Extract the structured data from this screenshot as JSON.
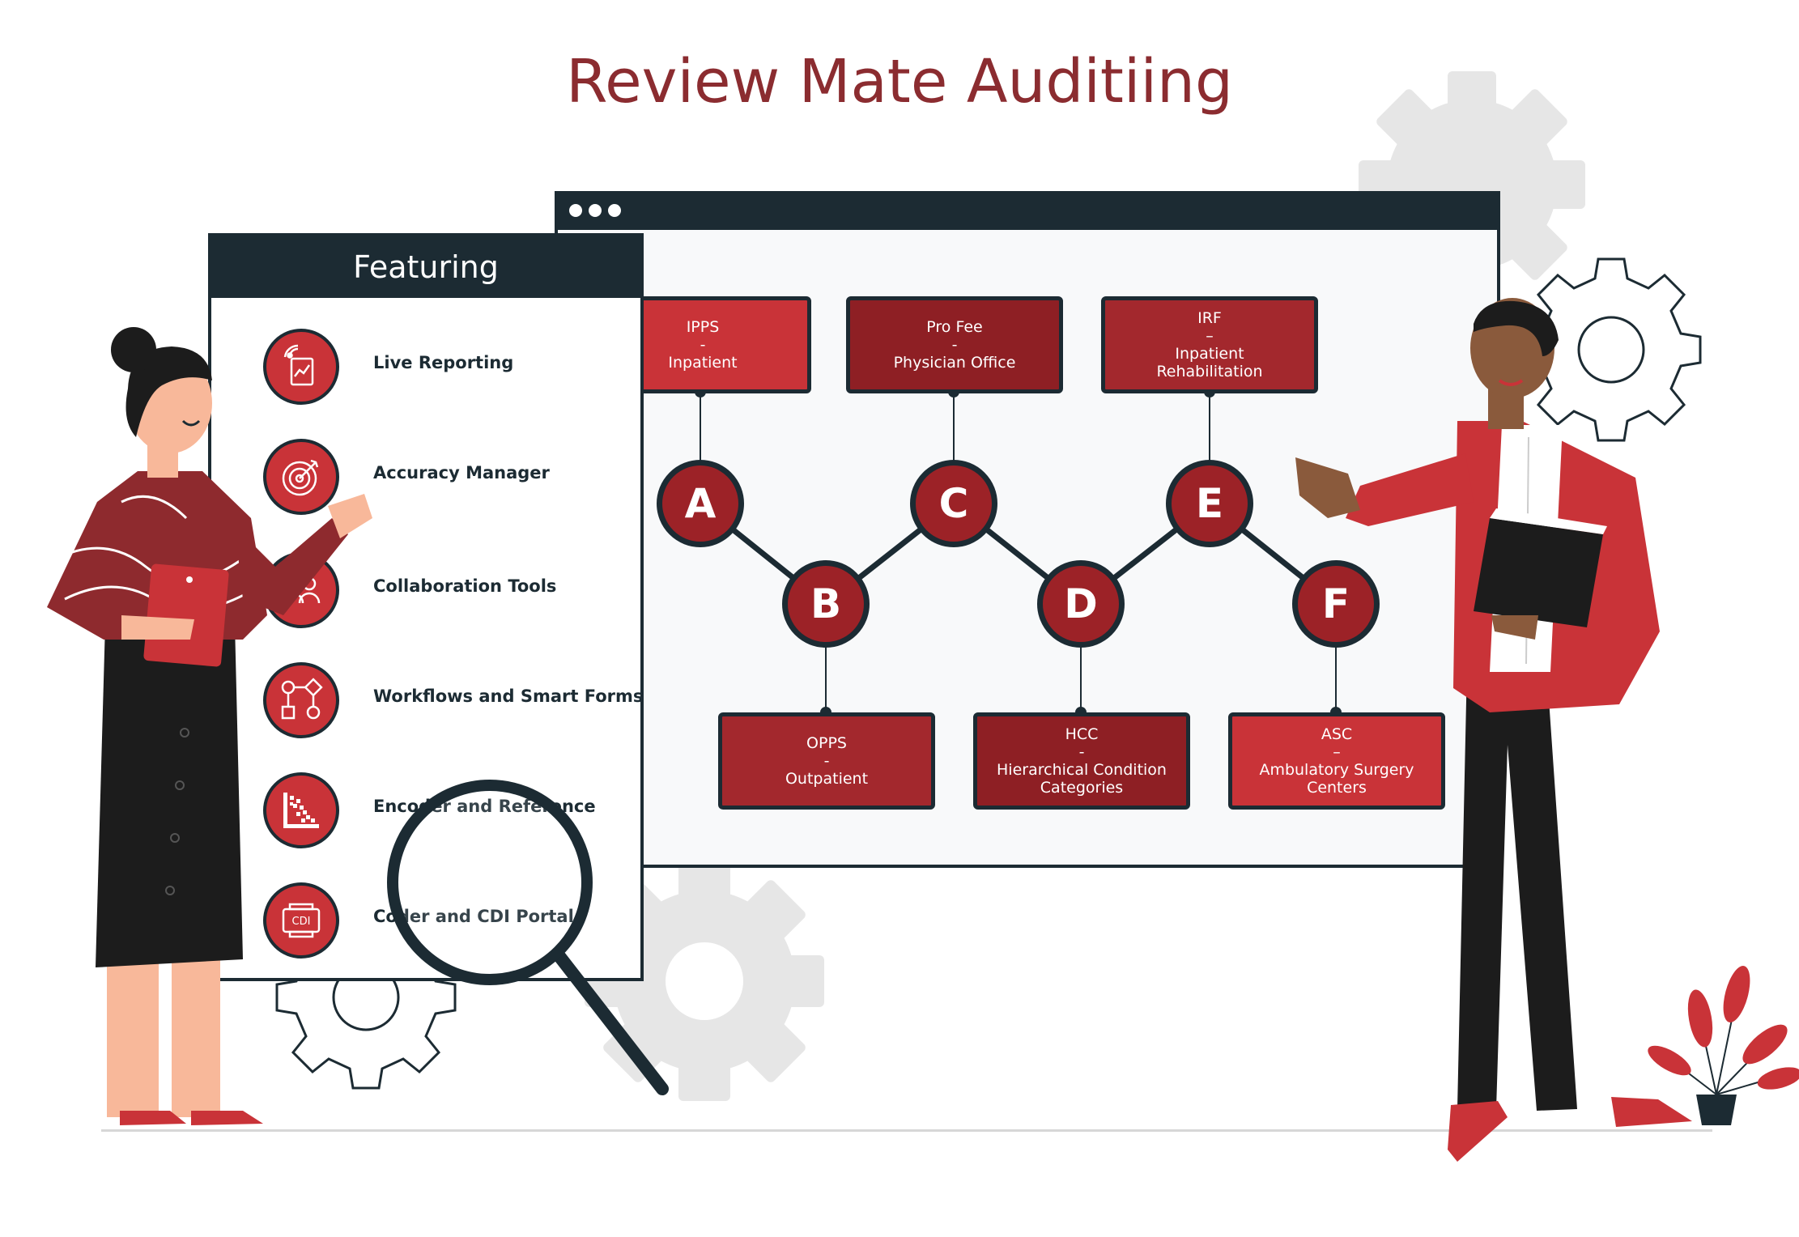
{
  "title": "Review Mate Auditiing",
  "featuring": {
    "heading": "Featuring",
    "items": [
      {
        "label": "Live Reporting",
        "icon": "live-reporting-icon"
      },
      {
        "label": "Accuracy Manager",
        "icon": "target-icon"
      },
      {
        "label": "Collaboration Tools",
        "icon": "collaboration-icon"
      },
      {
        "label": "Workflows and Smart Forms",
        "icon": "workflow-icon"
      },
      {
        "label": "Encoder and Reference",
        "icon": "encoder-icon"
      },
      {
        "label": "Coder and CDI Portal",
        "icon": "cdi-icon"
      }
    ]
  },
  "nodes": {
    "a": {
      "letter": "A",
      "line1": "IPPS",
      "sep": "-",
      "line2": "Inpatient",
      "line3": ""
    },
    "b": {
      "letter": "B",
      "line1": "OPPS",
      "sep": "-",
      "line2": "Outpatient",
      "line3": ""
    },
    "c": {
      "letter": "C",
      "line1": "Pro Fee",
      "sep": "-",
      "line2": "Physician Office",
      "line3": ""
    },
    "d": {
      "letter": "D",
      "line1": "HCC",
      "sep": "-",
      "line2": "Hierarchical Condition",
      "line3": "Categories"
    },
    "e": {
      "letter": "E",
      "line1": "IRF",
      "sep": "–",
      "line2": "Inpatient",
      "line3": "Rehabilitation"
    },
    "f": {
      "letter": "F",
      "line1": "ASC",
      "sep": "–",
      "line2": "Ambulatory Surgery",
      "line3": "Centers"
    }
  },
  "cdi_label": "CDI",
  "colors": {
    "dark": "#1c2b33",
    "title": "#8b2c30",
    "red": "#c93338",
    "dark_red": "#8e1f24",
    "gear": "#e4e4e4"
  }
}
